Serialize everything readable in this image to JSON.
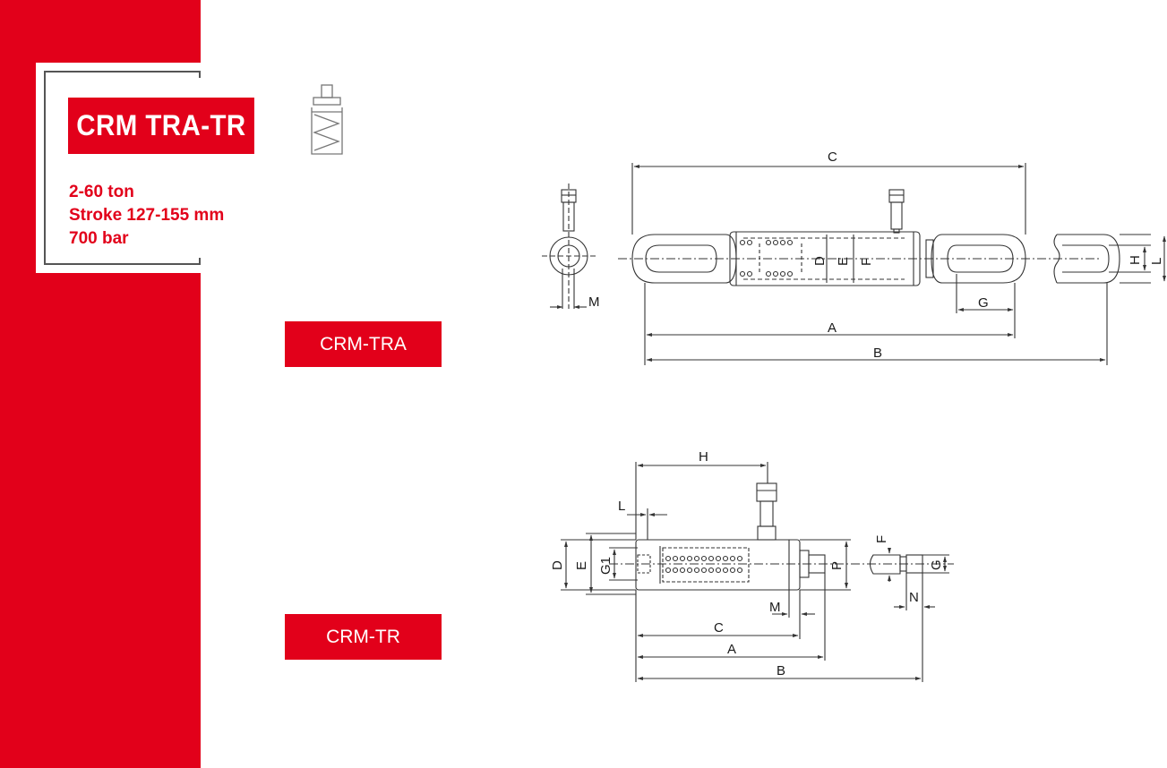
{
  "product": {
    "title": "CRM TRA-TR",
    "specs": [
      "2-60 ton",
      "Stroke 127-155 mm",
      "700 bar"
    ],
    "brand_color": "#e2001a"
  },
  "variants": [
    {
      "label": "CRM-TRA",
      "dimension_labels": [
        "C",
        "D",
        "E",
        "F",
        "G",
        "H",
        "L",
        "M",
        "A",
        "B"
      ]
    },
    {
      "label": "CRM-TR",
      "dimension_labels": [
        "H",
        "L",
        "D",
        "E",
        "G1",
        "P",
        "F",
        "G",
        "N",
        "M",
        "C",
        "A",
        "B"
      ]
    }
  ],
  "icons": [
    "spring-return-cylinder-icon"
  ]
}
